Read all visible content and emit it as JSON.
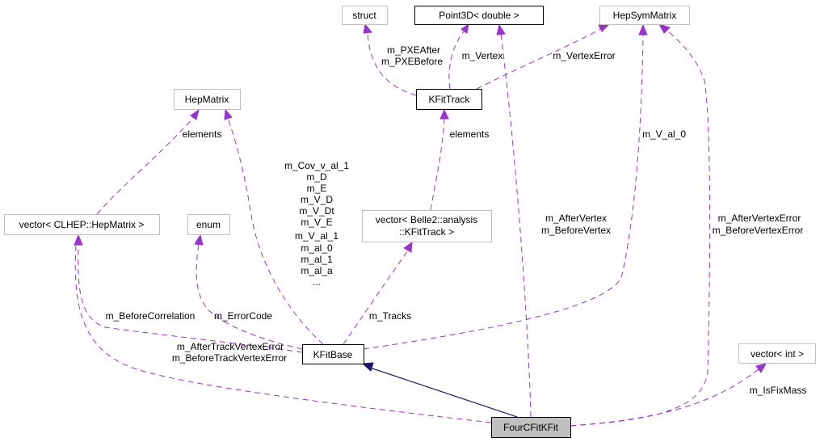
{
  "nodes": {
    "struct": "struct",
    "point3d": "Point3D< double >",
    "hepsym": "HepSymMatrix",
    "kfittrack": "KFitTrack",
    "hepmatrix": "HepMatrix",
    "vec_hepmatrix": "vector< CLHEP::HepMatrix >",
    "enum": "enum",
    "vec_track_1": "vector< Belle2::analysis",
    "vec_track_2": "::KFitTrack >",
    "kfitbase": "KFitBase",
    "vec_int": "vector< int >",
    "fourc": "FourCFitKFit"
  },
  "labels": {
    "pxe": [
      "m_PXEAfter",
      "m_PXEBefore"
    ],
    "vertex": "m_Vertex",
    "vertex_error": "m_VertexError",
    "hm_elements": "elements",
    "kt_elements": "elements",
    "cov": [
      "m_Cov_v_al_1",
      "m_D",
      "m_E",
      "m_V_D",
      "m_V_Dt",
      "m_V_E",
      "m_V_al_1",
      "m_al_0",
      "m_al_1",
      "m_al_a",
      "..."
    ],
    "v_al_0": "m_V_al_0",
    "after_vertex": [
      "m_AfterVertex",
      "m_BeforeVertex"
    ],
    "after_vertex_error": [
      "m_AfterVertexError",
      "m_BeforeVertexError"
    ],
    "before_corr": "m_BeforeCorrelation",
    "error_code": "m_ErrorCode",
    "tracks": "m_Tracks",
    "track_vertex_error": [
      "m_AfterTrackVertexError",
      "m_BeforeTrackVertexError"
    ],
    "is_fix_mass": "m_IsFixMass"
  },
  "colors": {
    "edge": "#9a32cd",
    "inheritance": "#191970",
    "focus_fill": "#bfbfbf"
  }
}
